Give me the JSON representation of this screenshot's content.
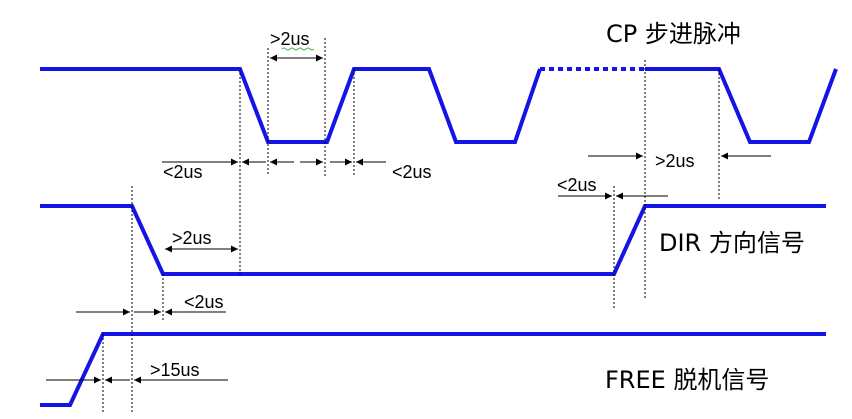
{
  "signals": {
    "cp": "CP 步进脉冲",
    "dir": "DIR 方向信号",
    "free": "FREE 脱机信号"
  },
  "timings": {
    "cp_low_width": ">2us",
    "cp_dir_lead_left": "<2us",
    "cp_rise_right": "<2us",
    "dir_cp_gap_right": ">2us",
    "dir_setup_right": "<2us",
    "dir_low_to_cp": ">2us",
    "free_dir": "<2us",
    "free_setup": ">15us"
  },
  "colors": {
    "signal": "#1414e6",
    "guide": "#000000"
  }
}
